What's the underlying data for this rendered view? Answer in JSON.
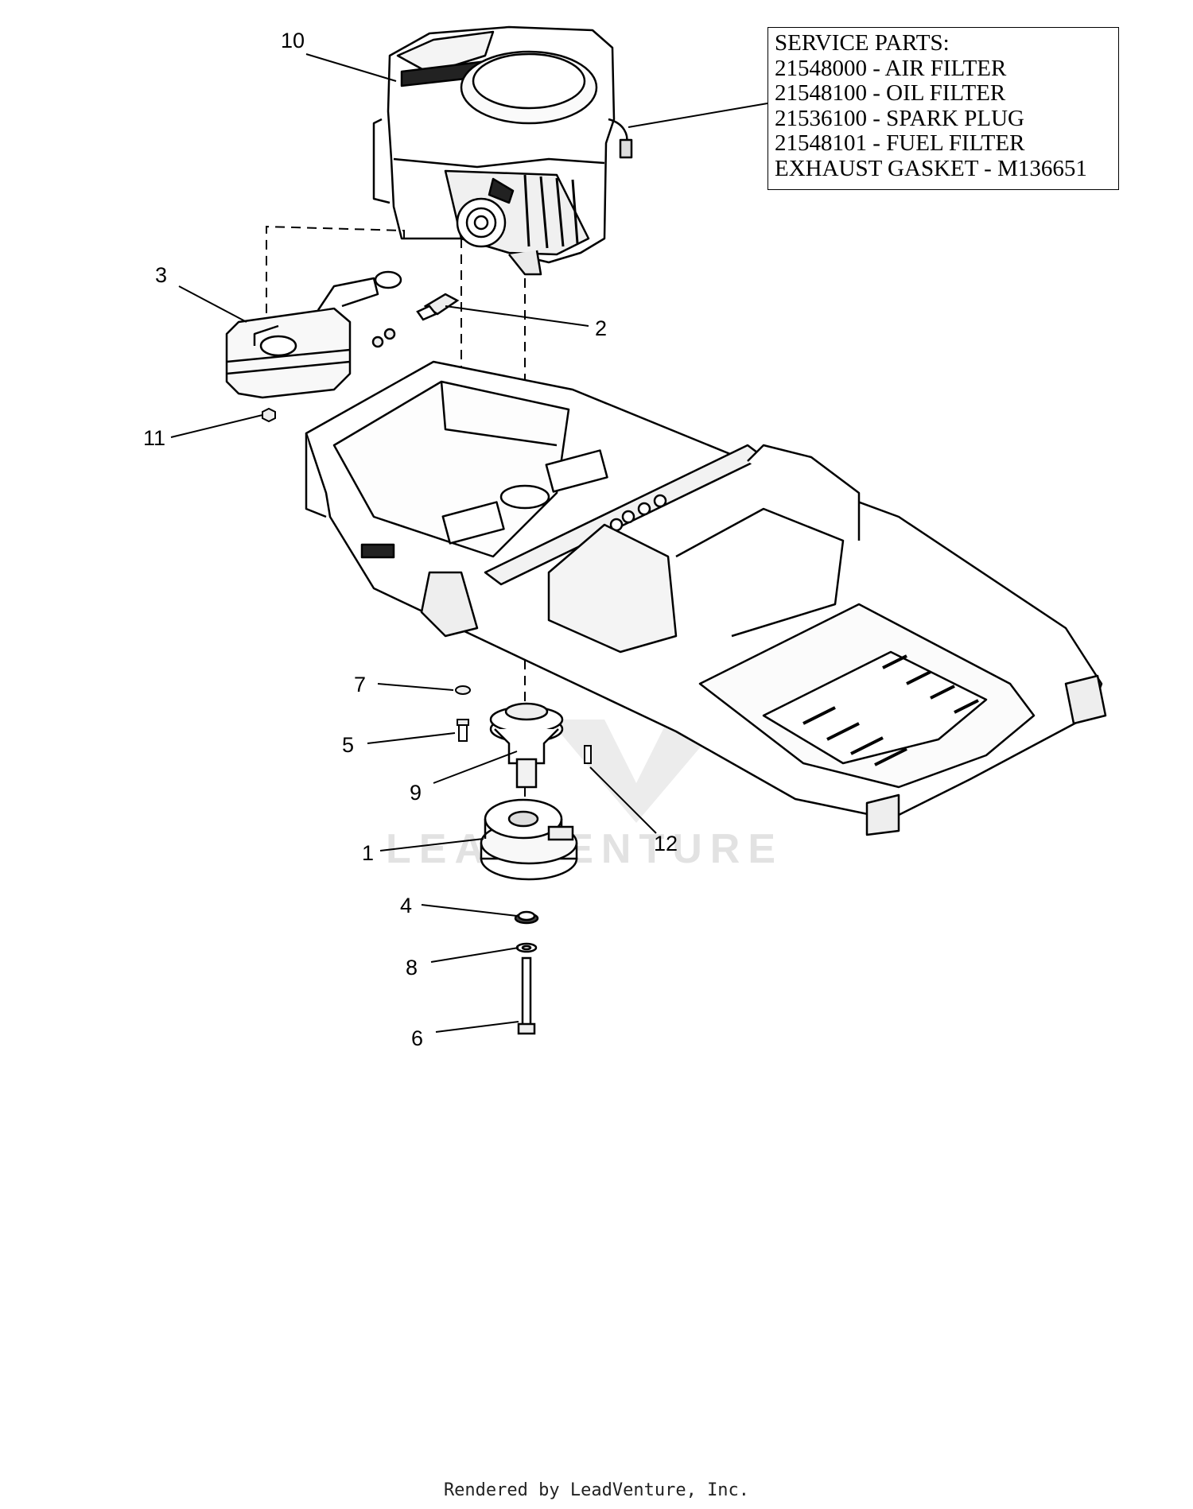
{
  "service_parts": {
    "title": "SERVICE PARTS:",
    "lines": [
      "21548000 - AIR FILTER",
      "21548100 - OIL FILTER",
      "21536100 - SPARK PLUG",
      "21548101 - FUEL FILTER",
      "EXHAUST GASKET - M136651"
    ]
  },
  "callouts": {
    "c1": "1",
    "c2": "2",
    "c3": "3",
    "c4": "4",
    "c5": "5",
    "c6": "6",
    "c7": "7",
    "c8": "8",
    "c9": "9",
    "c10": "10",
    "c11": "11",
    "c12": "12"
  },
  "watermark": "LEADVENTURE",
  "footer": "Rendered by LeadVenture, Inc."
}
